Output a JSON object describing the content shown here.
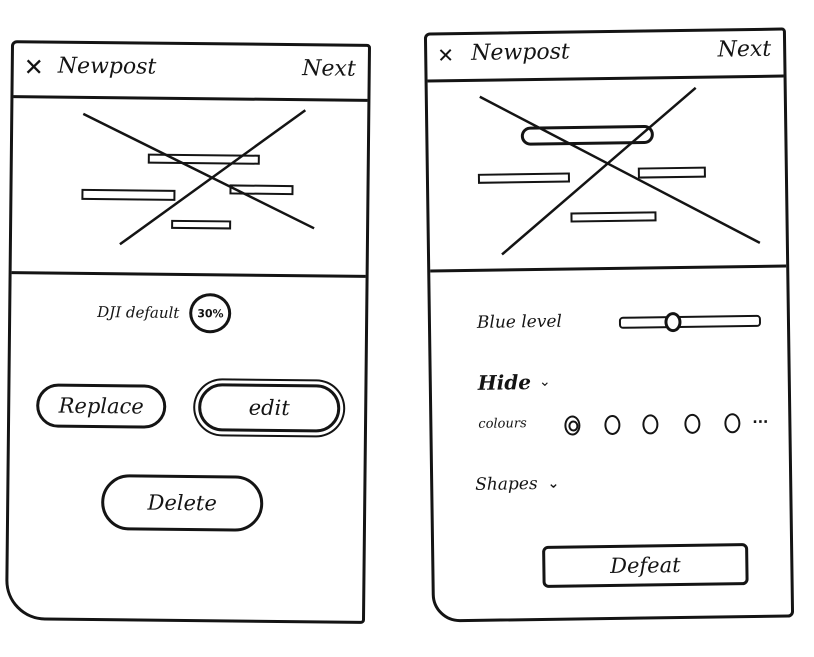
{
  "screens": [
    {
      "header": {
        "close_icon": "close-icon",
        "title": "Newpost",
        "next_label": "Next"
      },
      "preview": {
        "icon": "image-placeholder-icon"
      },
      "filter": {
        "label": "DJI default",
        "badge": "30%"
      },
      "buttons": {
        "replace": "Replace",
        "edit": "edit",
        "delete": "Delete"
      }
    },
    {
      "header": {
        "close_icon": "close-icon",
        "title": "Newpost",
        "next_label": "Next"
      },
      "preview": {
        "icon": "image-placeholder-icon"
      },
      "blur": {
        "label": "Blue level",
        "value_fraction": 0.38
      },
      "hide": {
        "label": "Hide",
        "icon": "chevron-down-icon"
      },
      "colours": {
        "label": "colours",
        "more": "...",
        "options": 5,
        "selected_index": 0
      },
      "shapes": {
        "label": "Shapes",
        "icon": "chevron-down-icon"
      },
      "default_button": "Defeat"
    }
  ]
}
